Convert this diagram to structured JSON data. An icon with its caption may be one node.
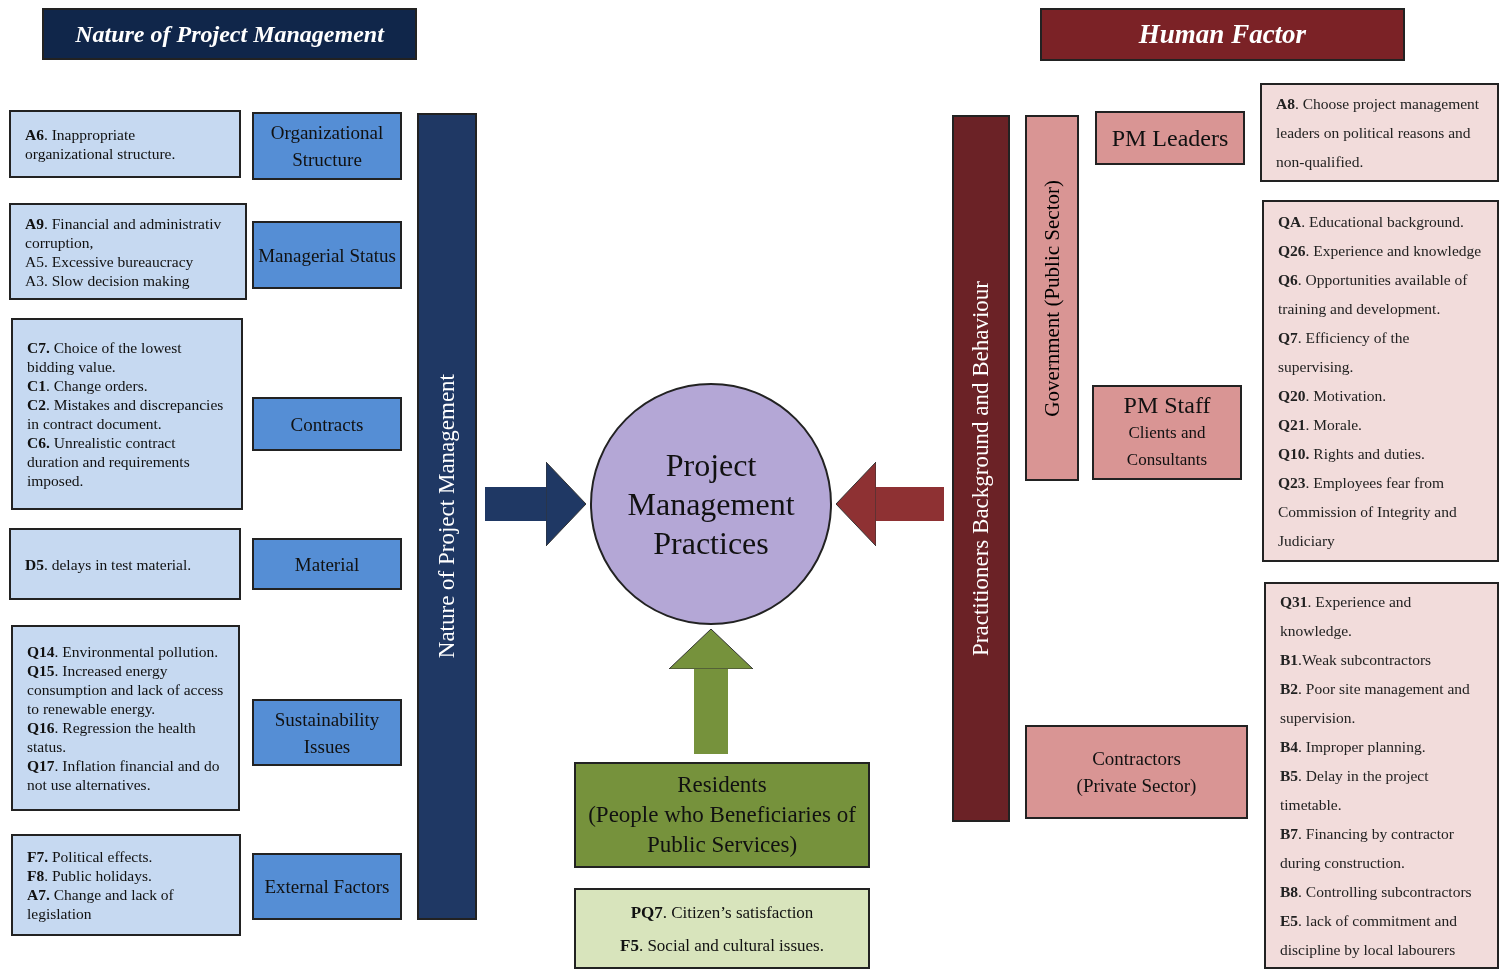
{
  "diagram": {
    "nodes": [
      {
        "text": [
          "Nature of Project Management"
        ]
      },
      {
        "text": [
          "Human Factor"
        ]
      },
      {
        "text": [
          "**A6**. Inappropriate organizational structure."
        ]
      },
      {
        "text": [
          "Organizational Structure"
        ]
      },
      {
        "text": [
          "**A9**. Financial and administrativ corruption,",
          "A5. Excessive bureaucracy",
          "A3. Slow decision making"
        ]
      },
      {
        "text": [
          "Managerial Status"
        ]
      },
      {
        "text": [
          "**C7.** Choice of the lowest bidding value.",
          "**C1**. Change orders.",
          "**C2**. Mistakes and discrepancies in contract document.",
          "**C6.** Unrealistic contract duration and requirements imposed."
        ]
      },
      {
        "text": [
          "Contracts"
        ]
      },
      {
        "text": [
          "**D5**. delays in test material."
        ]
      },
      {
        "text": [
          "Material"
        ]
      },
      {
        "text": [
          "**Q14**. Environmental pollution.",
          "**Q15**. Increased energy consumption and lack of access to renewable energy.",
          "**Q16**. Regression the health status.",
          "**Q17**. Inflation financial and do not use alternatives."
        ]
      },
      {
        "text": [
          "Sustainability Issues"
        ]
      },
      {
        "text": [
          "**F7.** Political effects.",
          "**F8**. Public holidays.",
          "**A7.** Change and lack of legislation"
        ]
      },
      {
        "text": [
          "External Factors"
        ]
      },
      {
        "text": [
          "Nature of Project Management"
        ]
      },
      {
        "text": [
          "Project Management Practices"
        ]
      },
      {
        "text": [
          "Practitioners Background and Behaviour"
        ]
      },
      {
        "text": [
          "Government (Public Sector)"
        ]
      },
      {
        "text": [
          "PM Leaders"
        ]
      },
      {
        "text": [
          "**A8**. Choose project management leaders on political reasons and non-qualified."
        ]
      },
      {
        "text": [
          "**QA**. Educational background.",
          "**Q26**. Experience and knowledge",
          "**Q6**. Opportunities available of training and development.",
          "**Q7**. Efficiency of the supervising.",
          "**Q20**. Motivation.",
          "**Q21**. Morale.",
          "**Q10.** Rights and duties.",
          "**Q23**. Employees fear from Commission of Integrity and Judiciary"
        ]
      },
      {
        "text": [
          "PM Staff",
          "Clients and Consultants"
        ]
      },
      {
        "text": [
          "Contractors",
          "(Private Sector)"
        ]
      },
      {
        "text": [
          "**Q31**. Experience and knowledge.",
          "**B1**.Weak subcontractors",
          "**B2**. Poor site management and supervision.",
          "**B4**. Improper planning.",
          "**B5**. Delay in the project timetable.",
          "**B7**. Financing by contractor during construction.",
          "**B8**. Controlling subcontractors",
          "**E5**. lack of commitment and discipline by local labourers"
        ]
      },
      {
        "text": [
          "Residents",
          "(People who Beneficiaries of Public Services)"
        ]
      },
      {
        "text": [
          "**PQ7**. Citizen’s satisfaction",
          "**F5**. Social and cultural issues."
        ]
      }
    ],
    "edges": [
      {
        "from": 14,
        "to": 15,
        "arrow": "to",
        "color": "#1f3864"
      },
      {
        "from": 16,
        "to": 15,
        "arrow": "to",
        "color": "#8e3133"
      },
      {
        "from": 24,
        "to": 15,
        "arrow": "to",
        "color": "#76923c"
      }
    ]
  }
}
